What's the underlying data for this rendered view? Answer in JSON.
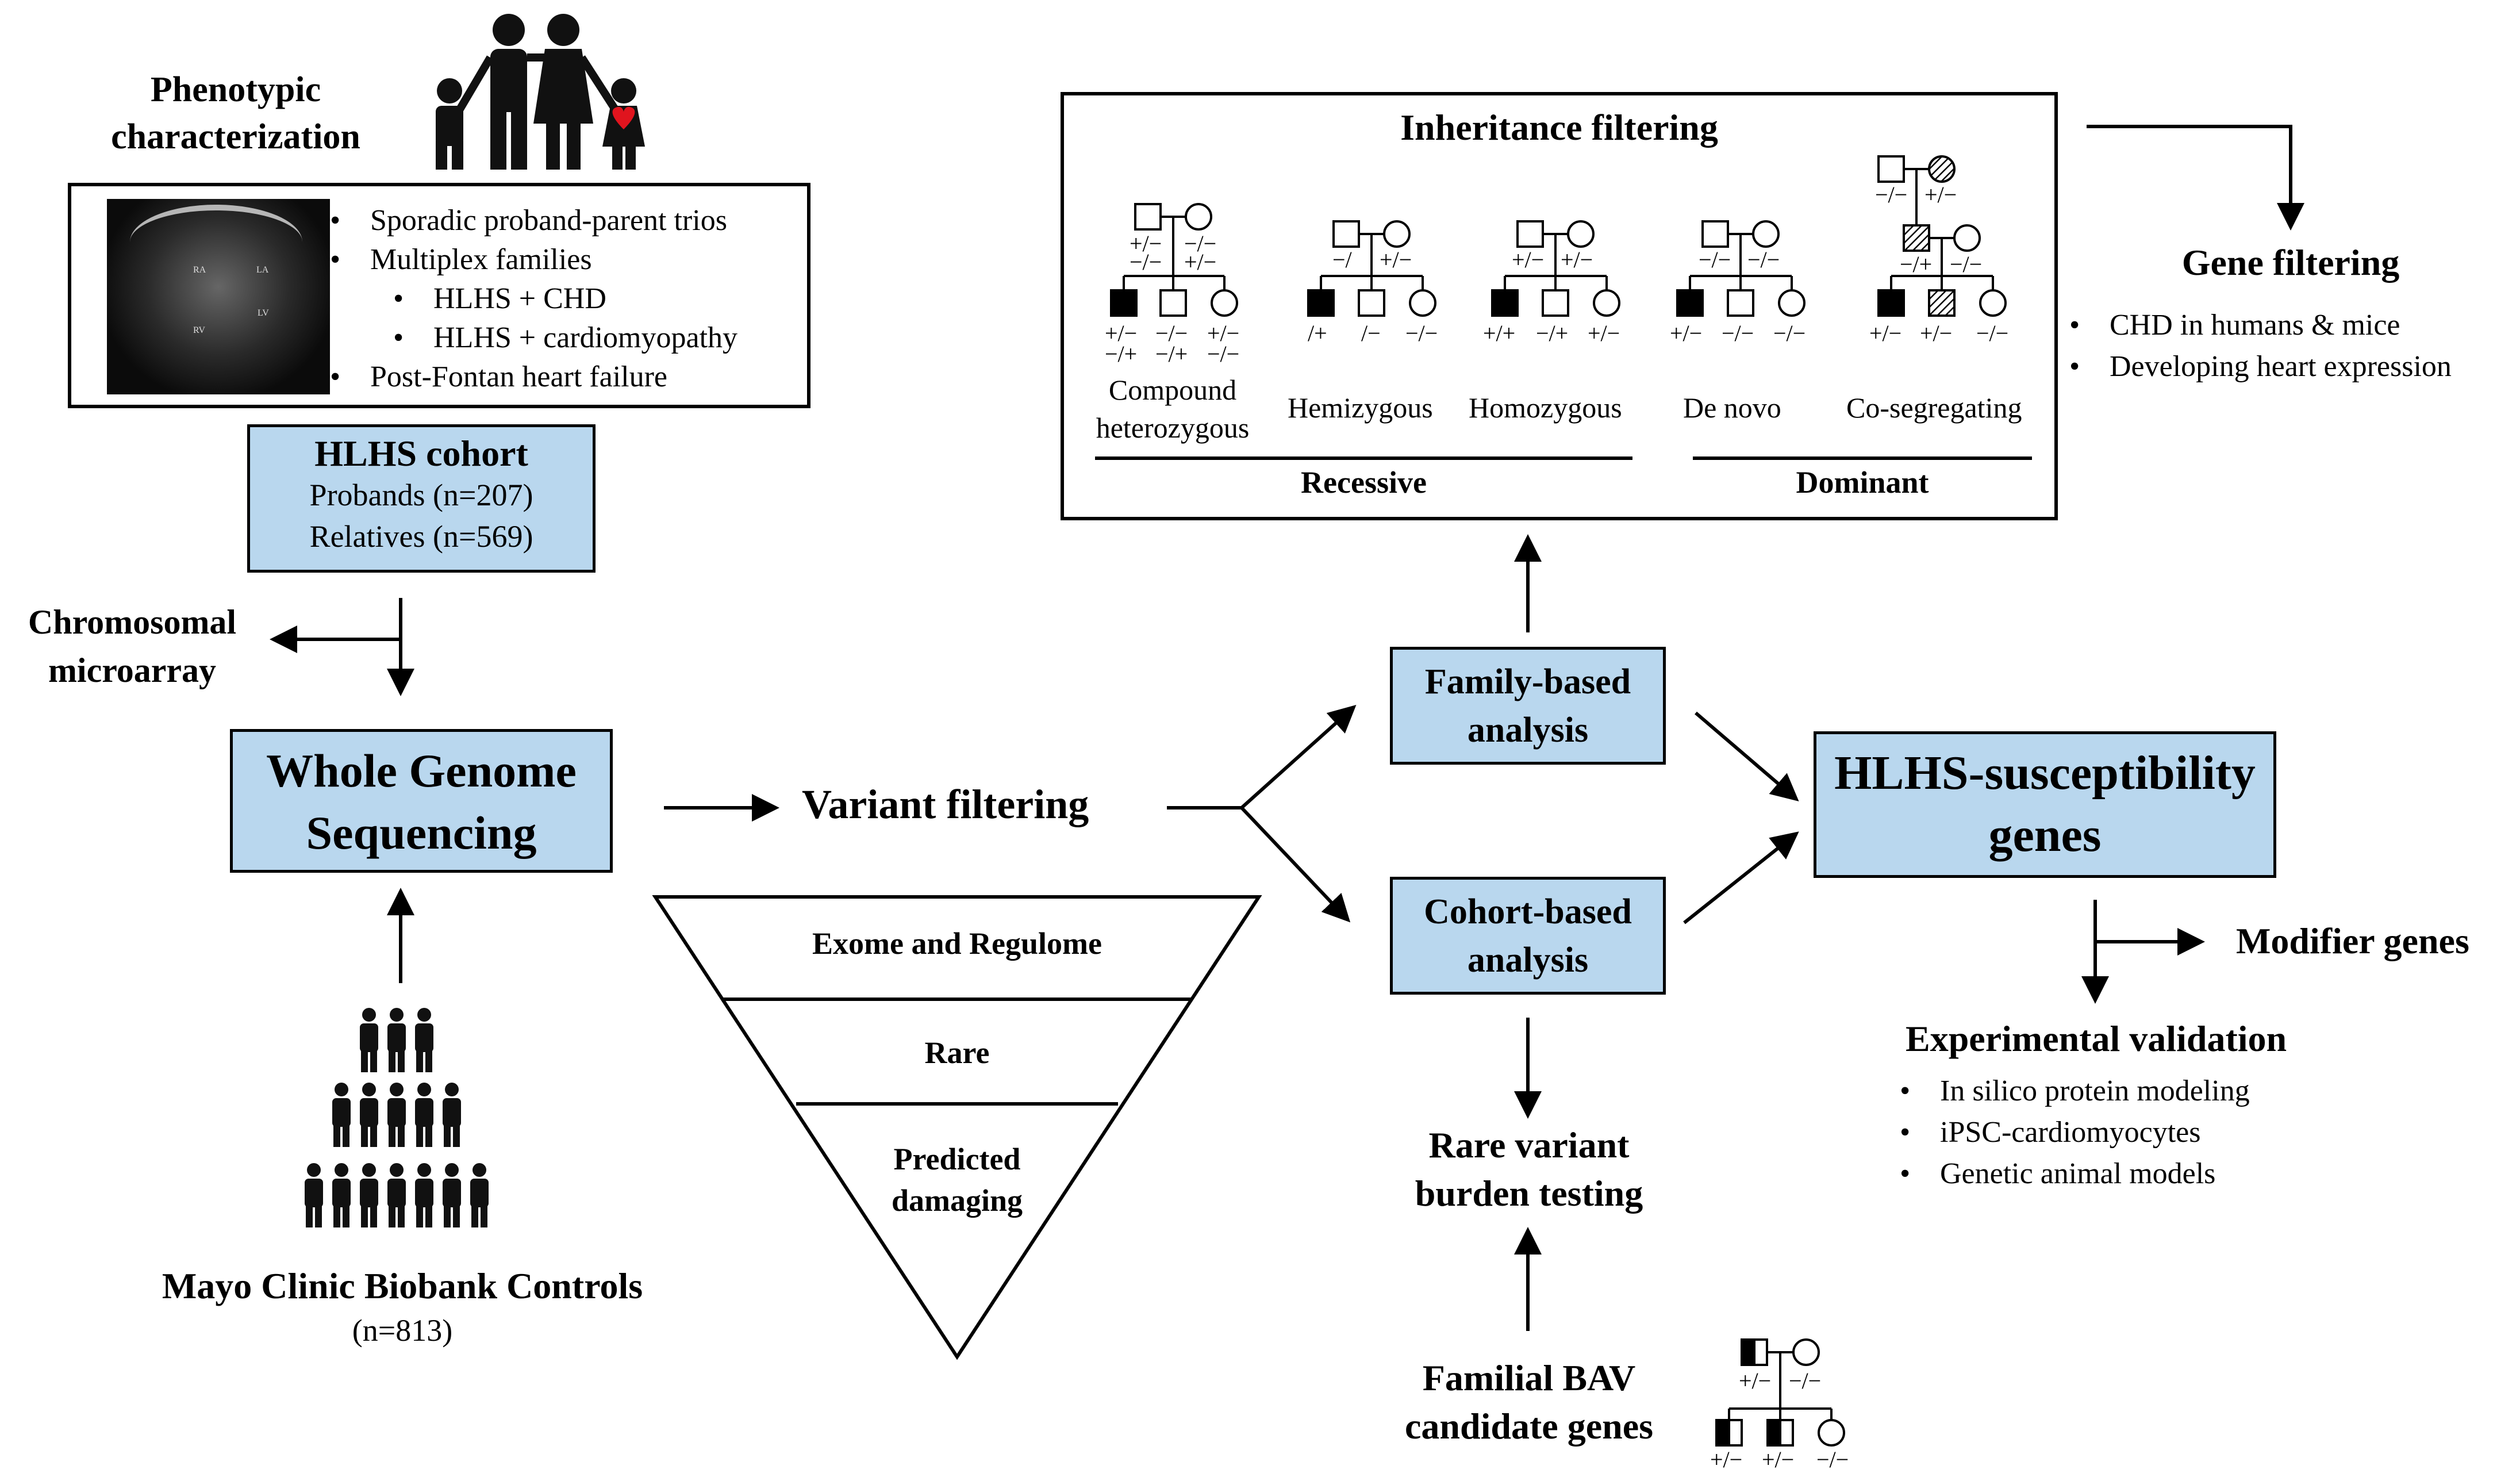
{
  "phenotypic": {
    "title_line1": "Phenotypic",
    "title_line2": "characterization",
    "items": [
      "Sporadic proband-parent trios",
      "Multiplex families",
      "HLHS + CHD",
      "HLHS + cardiomyopathy",
      "Post-Fontan heart failure"
    ],
    "echo_labels": [
      "RA",
      "LA",
      "RV",
      "LV"
    ]
  },
  "cohort": {
    "title": "HLHS cohort",
    "probands": "Probands (n=207)",
    "relatives": "Relatives (n=569)"
  },
  "chromosomal": {
    "line1": "Chromosomal",
    "line2": "microarray"
  },
  "wgs": {
    "line1": "Whole Genome",
    "line2": "Sequencing"
  },
  "controls": {
    "title": "Mayo Clinic Biobank Controls",
    "count": "(n=813)"
  },
  "variant_filtering": {
    "title": "Variant filtering",
    "funnel": [
      "Exome and Regulome",
      "Rare",
      "Predicted",
      "damaging"
    ]
  },
  "inheritance": {
    "title": "Inheritance filtering",
    "patterns": {
      "compound_line1": "Compound",
      "compound_line2": "heterozygous",
      "hemizygous": "Hemizygous",
      "homozygous": "Homozygous",
      "denovo": "De novo",
      "cosegregating": "Co-segregating"
    },
    "recessive": "Recessive",
    "dominant": "Dominant",
    "genotypes": {
      "g1": "+/−",
      "g2": "−/−",
      "g3": "−/−",
      "g4": "+/−",
      "g5": "+/−",
      "g6": "−/+",
      "g7": "−/−",
      "g8": "−/+",
      "g9": "+/−",
      "g10": "−/−",
      "g11": "−/",
      "g12": "+/−",
      "g13": "/+",
      "g14": "/−",
      "g15": "−/−",
      "g16": "+/−",
      "g17": "+/−",
      "g18": "+/+",
      "g19": "−/+",
      "g20": "+/−",
      "g21": "−/−",
      "g22": "−/−",
      "g23": "+/−",
      "g24": "−/−",
      "g25": "−/−",
      "g26": "−/−",
      "g27": "+/−",
      "g28": "−/+",
      "g29": "−/−",
      "g30": "+/−",
      "g31": "+/−",
      "g32": "−/−"
    }
  },
  "gene_filtering": {
    "title": "Gene filtering",
    "items": [
      "CHD in humans & mice",
      "Developing heart expression"
    ]
  },
  "family_analysis": {
    "line1": "Family-based",
    "line2": "analysis"
  },
  "cohort_analysis": {
    "line1": "Cohort-based",
    "line2": "analysis"
  },
  "susceptibility": {
    "line1": "HLHS-susceptibility",
    "line2": "genes"
  },
  "modifier": "Modifier genes",
  "experimental": {
    "title": "Experimental validation",
    "items": [
      "In silico protein modeling",
      "iPSC-cardiomyocytes",
      "Genetic animal models"
    ]
  },
  "burden": {
    "line1": "Rare variant",
    "line2": "burden testing"
  },
  "familial_bav": {
    "line1": "Familial BAV",
    "line2": "candidate genes",
    "genotypes": [
      "+/−",
      "−/−",
      "+/−",
      "+/−",
      "−/−"
    ]
  },
  "colors": {
    "box_fill": "#b9d7ee",
    "border": "#000000",
    "heart": "#e0141e"
  }
}
